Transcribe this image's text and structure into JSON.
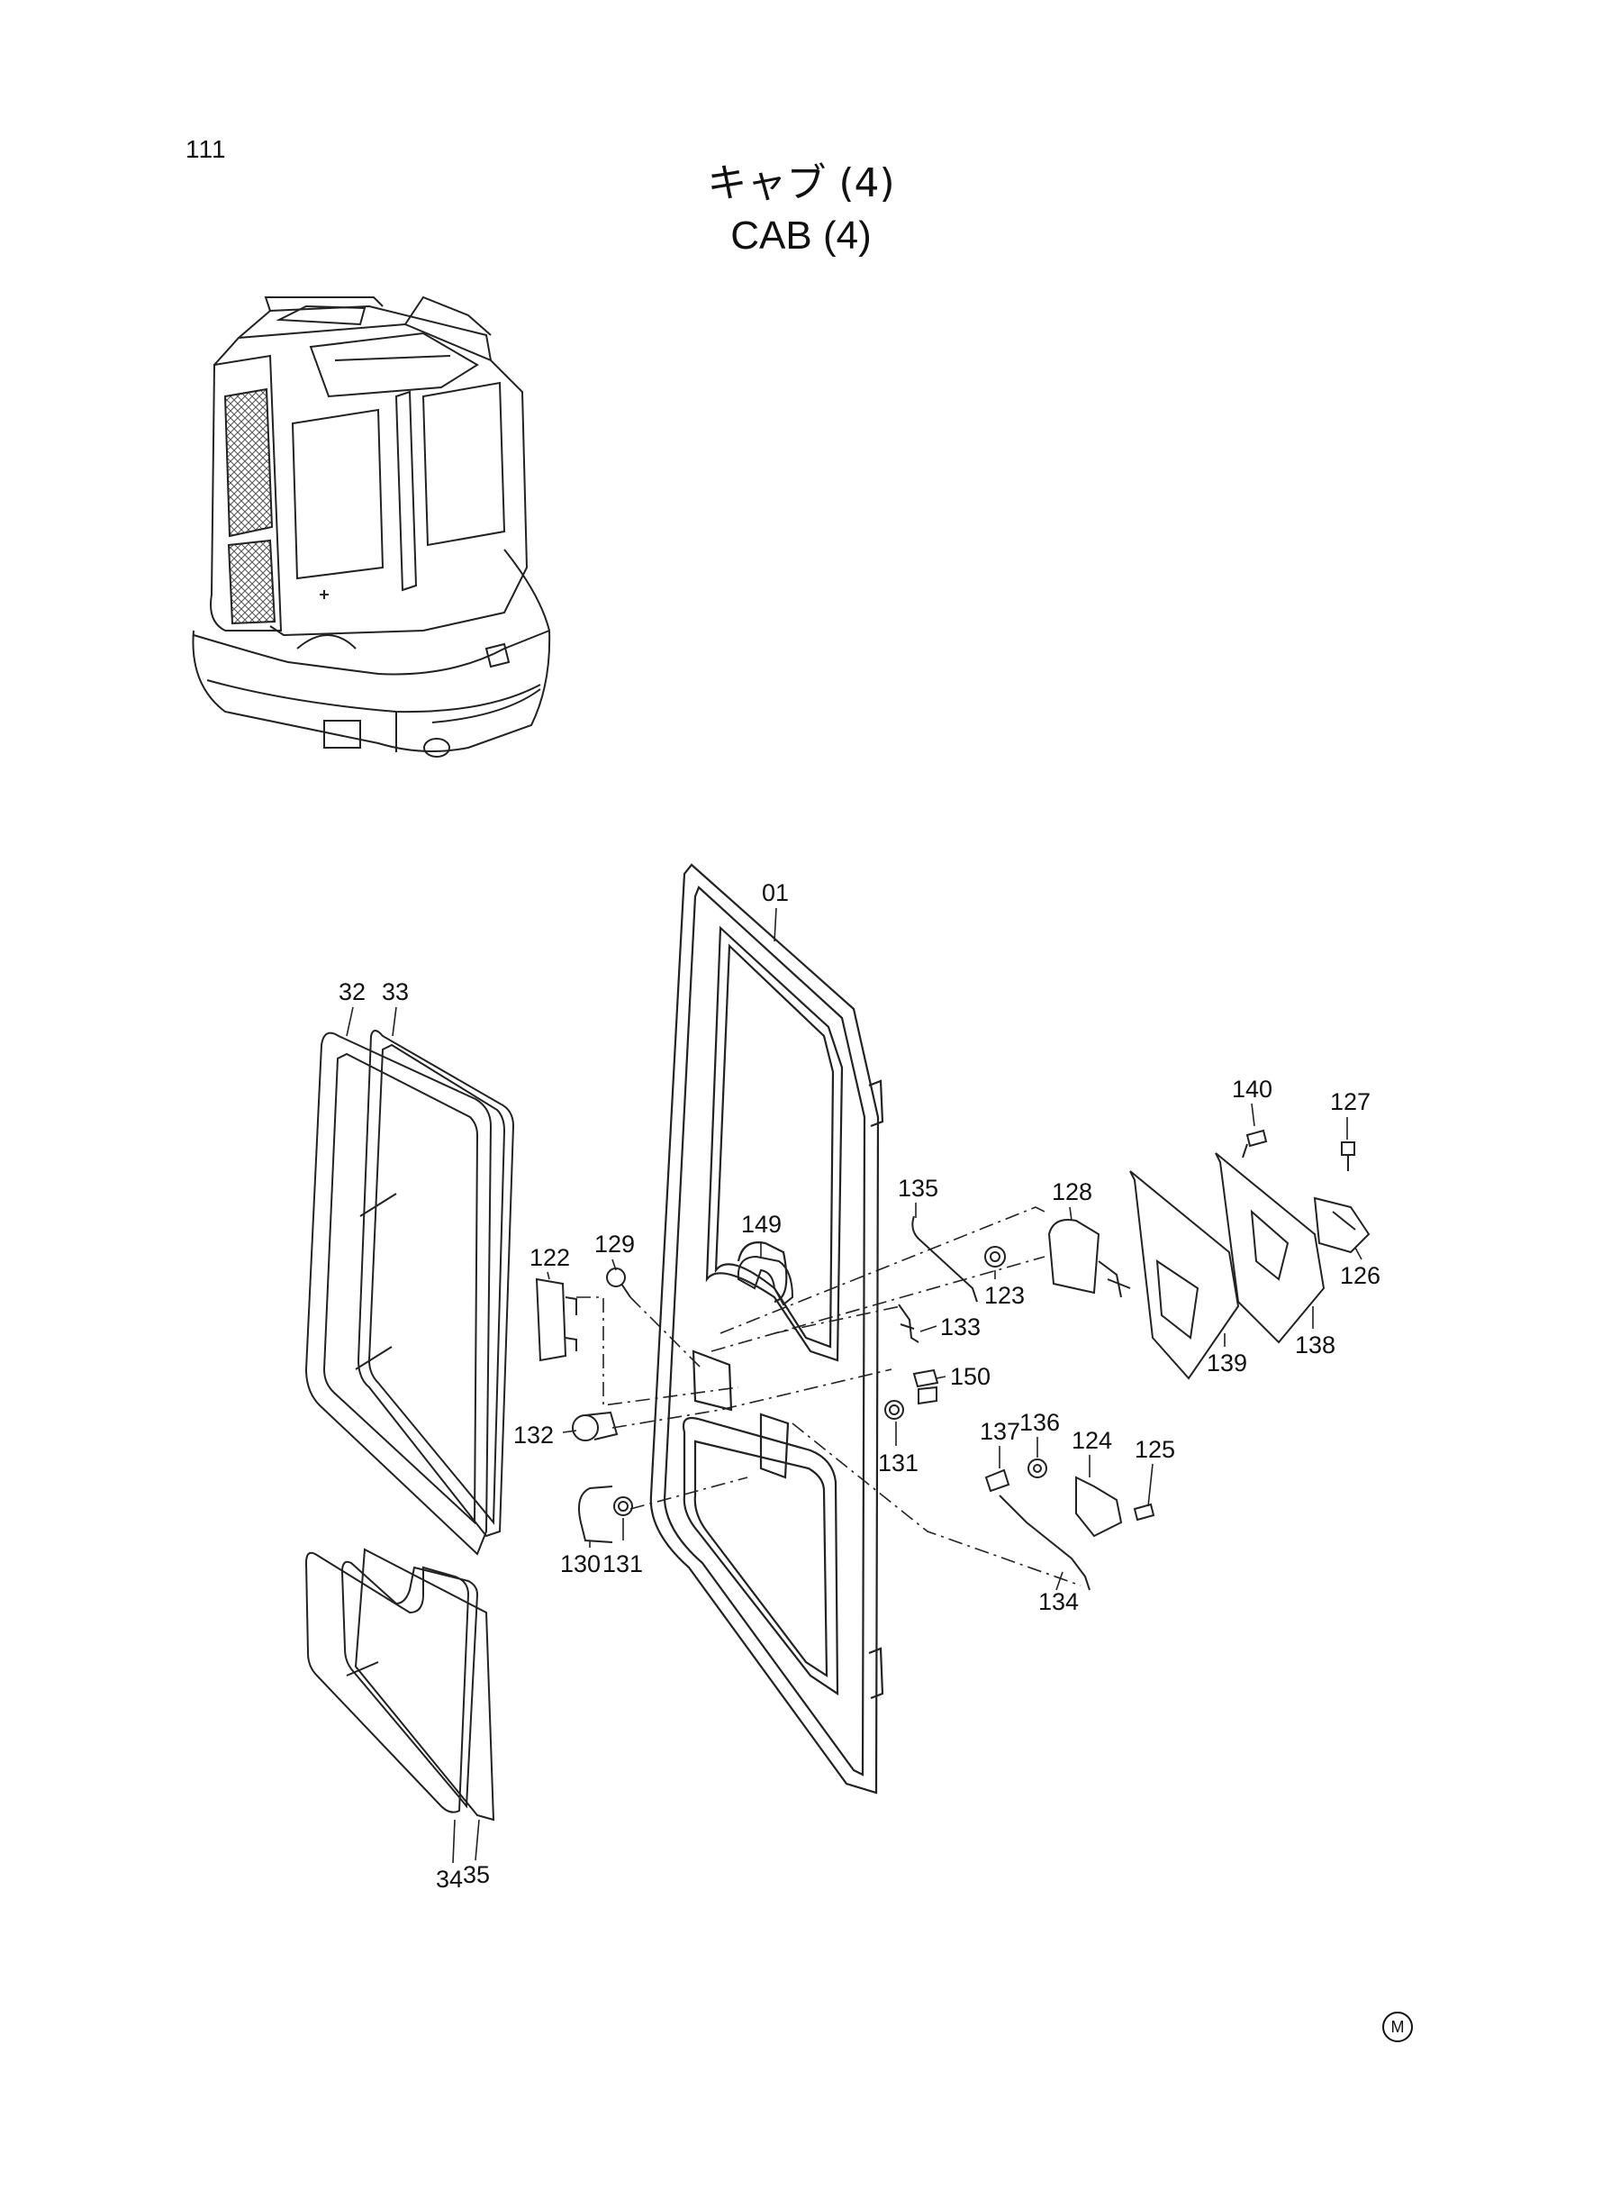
{
  "page": {
    "number": "111"
  },
  "title": {
    "japanese": "キャブ (4)",
    "english": "CAB (4)"
  },
  "callouts": [
    "01",
    "32",
    "33",
    "34",
    "35",
    "122",
    "123",
    "124",
    "125",
    "126",
    "127",
    "128",
    "129",
    "130",
    "131",
    "131",
    "132",
    "133",
    "134",
    "135",
    "136",
    "137",
    "138",
    "139",
    "140",
    "149",
    "150"
  ],
  "footer_mark": "M"
}
